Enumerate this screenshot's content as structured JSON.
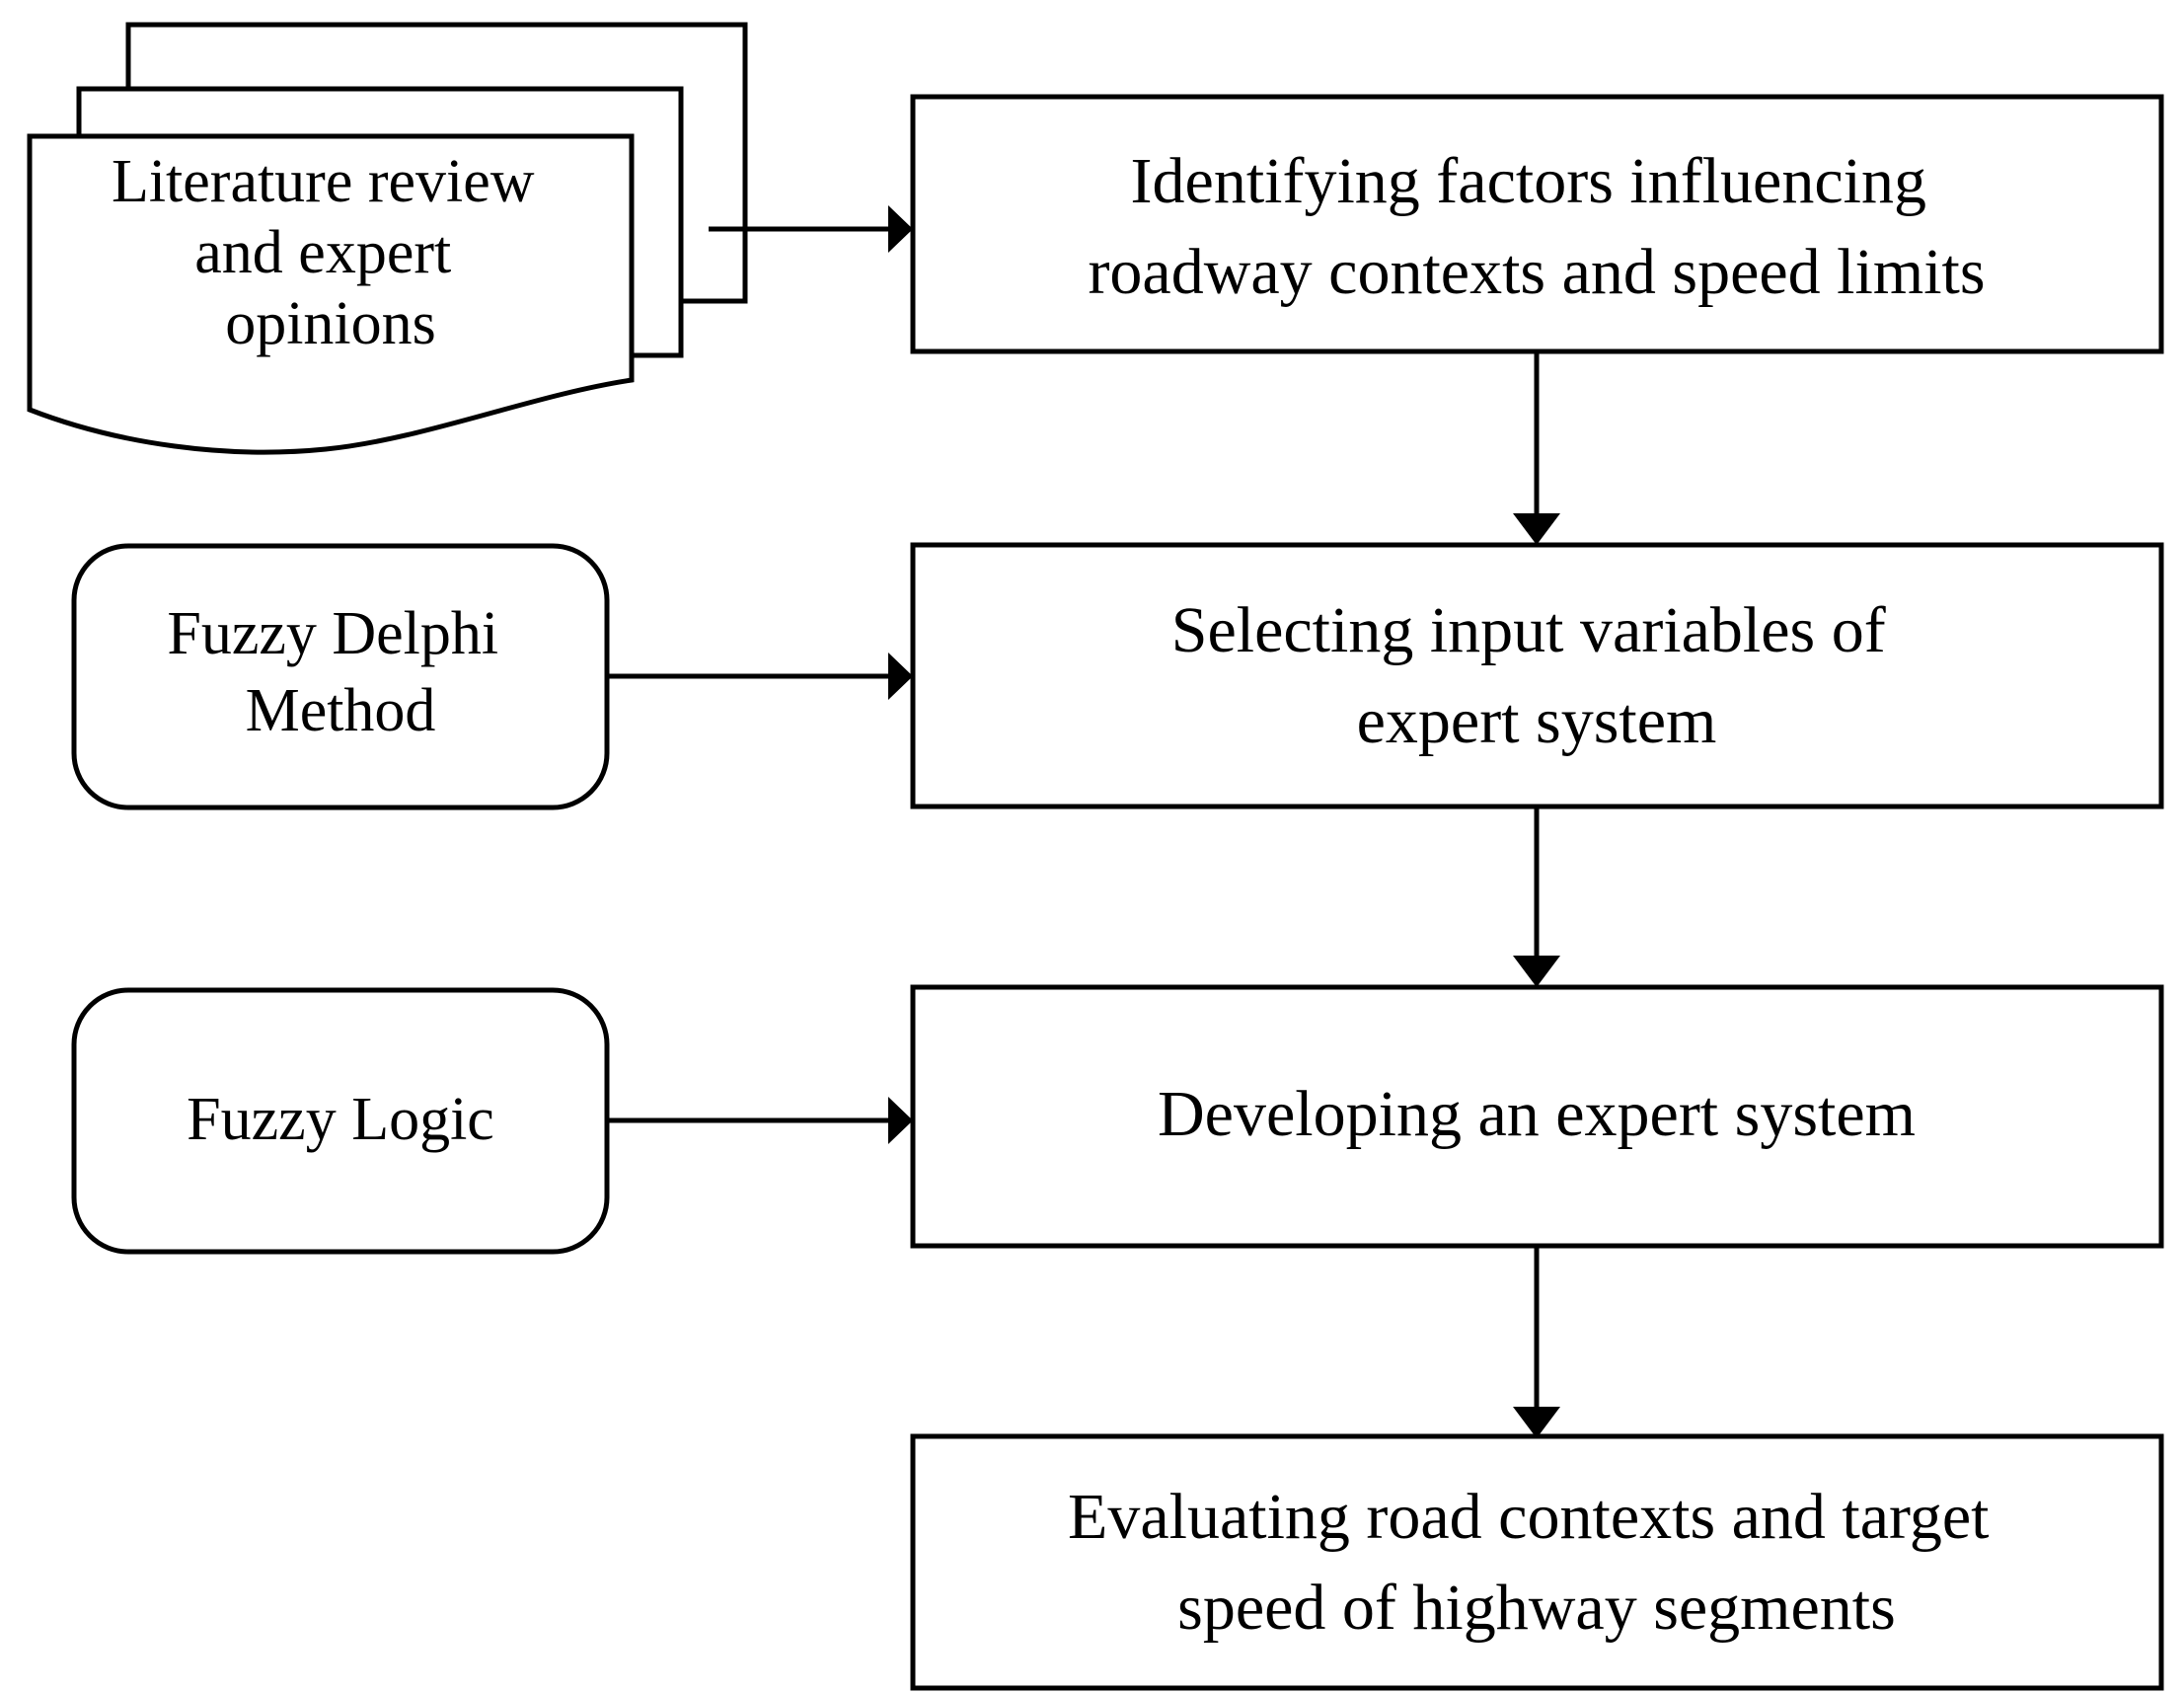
{
  "diagram": {
    "title": "Research methodology flowchart",
    "colors": {
      "stroke": "#000000",
      "fill": "#ffffff",
      "text": "#000000"
    },
    "nodes": {
      "literature": {
        "shape": "multi-document",
        "lines": [
          "Literature review",
          "and expert",
          "opinions"
        ]
      },
      "identifying": {
        "shape": "rectangle",
        "lines": [
          "Identifying factors influencing",
          "roadway contexts and speed limits"
        ]
      },
      "fuzzy_delphi": {
        "shape": "rounded-rectangle",
        "lines": [
          "Fuzzy Delphi",
          "Method"
        ]
      },
      "selecting": {
        "shape": "rectangle",
        "lines": [
          "Selecting input variables of",
          "expert system"
        ]
      },
      "fuzzy_logic": {
        "shape": "rounded-rectangle",
        "lines": [
          "Fuzzy Logic"
        ]
      },
      "developing": {
        "shape": "rectangle",
        "lines": [
          "Developing an expert system"
        ]
      },
      "evaluating": {
        "shape": "rectangle",
        "lines": [
          "Evaluating road contexts and target",
          "speed of highway segments"
        ]
      }
    },
    "edges": [
      {
        "id": "edge-literature-to-identifying",
        "from": "literature",
        "to": "identifying",
        "direction": "right"
      },
      {
        "id": "edge-identifying-to-selecting",
        "from": "identifying",
        "to": "selecting",
        "direction": "down"
      },
      {
        "id": "edge-fuzzy-delphi-to-selecting",
        "from": "fuzzy_delphi",
        "to": "selecting",
        "direction": "right"
      },
      {
        "id": "edge-selecting-to-developing",
        "from": "selecting",
        "to": "developing",
        "direction": "down"
      },
      {
        "id": "edge-fuzzy-logic-to-developing",
        "from": "fuzzy_logic",
        "to": "developing",
        "direction": "right"
      },
      {
        "id": "edge-developing-to-evaluating",
        "from": "developing",
        "to": "evaluating",
        "direction": "down"
      }
    ]
  }
}
